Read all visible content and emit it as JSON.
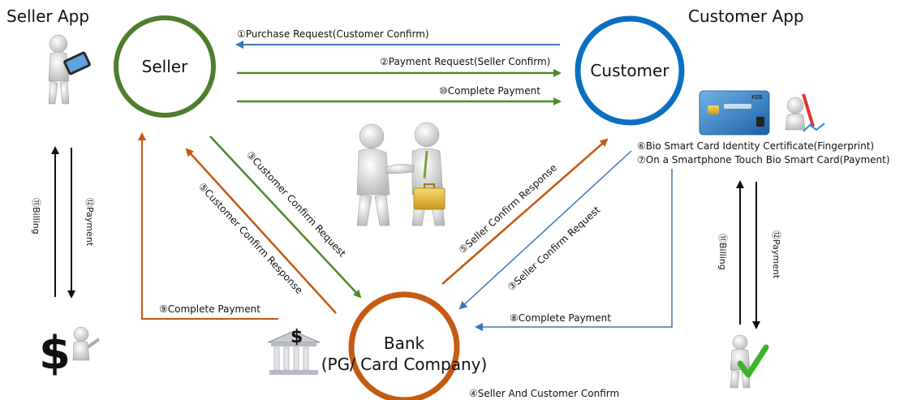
{
  "apps": {
    "seller_title": "Seller App",
    "customer_title": "Customer App"
  },
  "nodes": {
    "seller": "Seller",
    "customer": "Customer",
    "bank_line1": "Bank",
    "bank_line2": "(PG/ Card Company)"
  },
  "flows": {
    "purchase_request": "①Purchase Request(Customer Confirm)",
    "payment_request": "②Payment Request(Seller Confirm)",
    "complete_payment_customer": "⑩Complete Payment",
    "customer_confirm_request": "③Customer Confirm Request",
    "customer_confirm_response": "⑤Customer Confirm Response",
    "seller_confirm_response": "⑤Seller Confirm Response",
    "seller_confirm_request": "③Seller Confirm Request",
    "bio_identity": "⑥Bio Smart Card Identity Certificate(Fingerprint)",
    "smartphone_touch": "⑦On a Smartphone Touch Bio Smart Card(Payment)",
    "complete_payment_bank_to_seller": "⑨Complete Payment",
    "complete_payment_customer_to_bank": "⑧Complete Payment",
    "seller_and_customer_confirm": "④Seller And Customer Confirm",
    "seller_billing": "⑪Billing",
    "seller_payment": "⑫Payment",
    "customer_billing": "⑪Billing",
    "customer_payment": "⑫Payment"
  },
  "card_text": "KEB",
  "colors": {
    "seller": "#4f7d2e",
    "customer": "#0a6fc2",
    "bank": "#c55a11",
    "blue_arrow": "#3c76b4",
    "green_arrow": "#4f8a2a",
    "orange_arrow": "#c55a11",
    "black_arrow": "#111111"
  },
  "icons": [
    "tablet-user-icon",
    "handshake-icon",
    "credit-card-icon",
    "pencil-person-icon",
    "bank-building-icon",
    "dollar-person-icon",
    "check-person-icon"
  ]
}
